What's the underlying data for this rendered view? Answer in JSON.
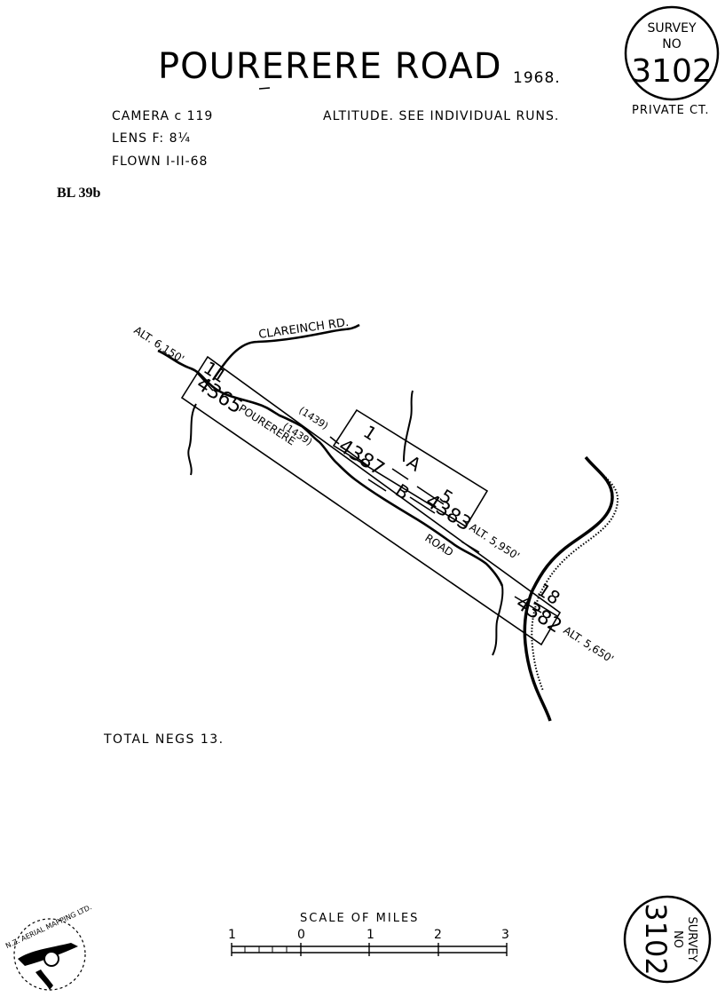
{
  "header": {
    "title": "POURERERE ROAD",
    "year": "1968.",
    "camera": "CAMERA c 119",
    "lens": "LENS F: 8¼",
    "flown": "FLOWN I-II-68",
    "altitude_note": "ALTITUDE. SEE INDIVIDUAL RUNS.",
    "reference": "BL 39b"
  },
  "survey_stamp": {
    "label": "SURVEY",
    "no_label": "NO",
    "number": "3102",
    "owner": "PRIVATE CT."
  },
  "map": {
    "road_label": "CLAREINCH RD.",
    "road_name_1": "POURERERE",
    "road_name_2": "ROAD",
    "alt_top_left": "ALT. 6,150'",
    "alt_mid": "ALT. 5,950'",
    "alt_bottom": "ALT. 5,650'",
    "run_ref": "(1439)",
    "runs": [
      {
        "frame": "11",
        "neg": "4365"
      },
      {
        "frame": "1",
        "neg": "4387"
      },
      {
        "frame": "A",
        "neg": ""
      },
      {
        "frame": "5",
        "neg": "4383"
      },
      {
        "frame": "B",
        "neg": ""
      },
      {
        "frame": "18",
        "neg": "4382"
      }
    ]
  },
  "footer": {
    "total_negs": "TOTAL NEGS 13.",
    "scale_title": "SCALE OF MILES",
    "scale_ticks": [
      "1",
      "0",
      "1",
      "2",
      "3"
    ],
    "logo_text": "N.Z. AERIAL MAPPING LTD."
  }
}
